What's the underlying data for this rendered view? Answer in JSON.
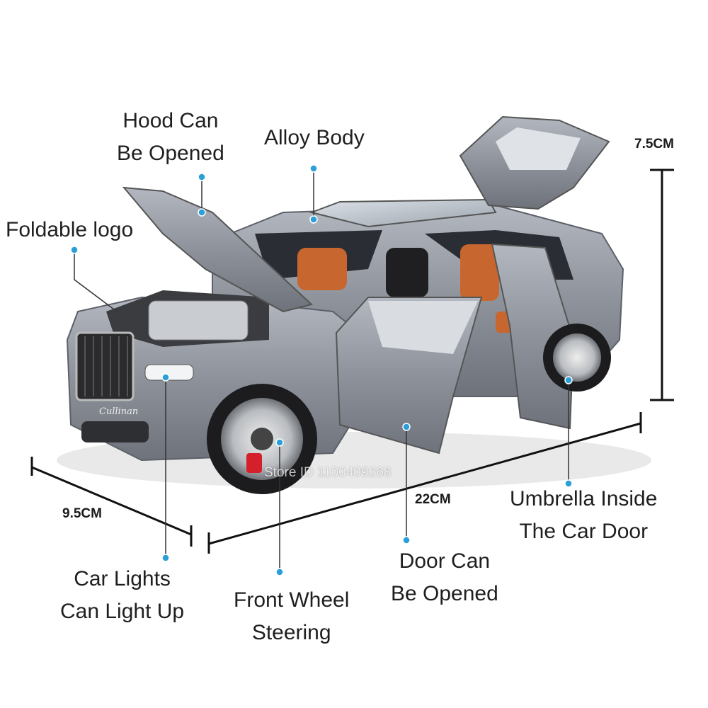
{
  "callouts": {
    "hood": [
      "Hood Can",
      "Be Opened"
    ],
    "alloy": [
      "Alloy Body"
    ],
    "logo": [
      "Foldable logo"
    ],
    "lights": [
      "Car Lights",
      "Can Light Up"
    ],
    "wheel": [
      "Front Wheel",
      "Steering"
    ],
    "door": [
      "Door Can",
      "Be Opened"
    ],
    "umbrella": [
      "Umbrella Inside",
      "The Car Door"
    ]
  },
  "dimensions": {
    "height": "7.5CM",
    "width": "9.5CM",
    "length": "22CM"
  },
  "watermark": "Store ID 1100409268",
  "grille_badge": "Cullinan",
  "colors": {
    "body": "#8e929b",
    "interior": "#c8662f",
    "dot": "#2a9fd8",
    "dimension_line": "#111111"
  }
}
